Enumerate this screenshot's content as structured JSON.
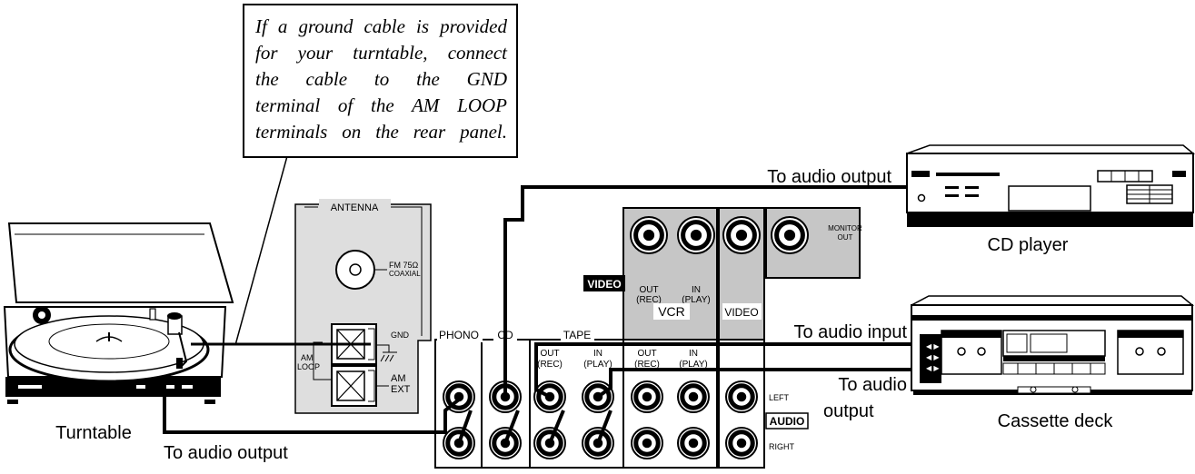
{
  "note": {
    "lines": [
      "If a ground cable is provided",
      "for your turntable, connect",
      "the cable to the GND",
      "terminal of the AM LOOP",
      "terminals on the rear panel."
    ]
  },
  "devices": {
    "turntable": "Turntable",
    "cd_player": "CD player",
    "cassette_deck": "Cassette deck"
  },
  "connections": {
    "cd_out": "To audio output",
    "tape_in": "To audio input",
    "tape_out_line1": "To audio",
    "tape_out_line2": "output",
    "turntable_out": "To audio output"
  },
  "antenna": {
    "header": "ANTENNA",
    "fm_line1": "FM  75Ω",
    "fm_line2": "COAXIAL",
    "gnd": "GND",
    "am_loop_line1": "AM",
    "am_loop_line2": "LOOP",
    "am_ext_line1": "AM",
    "am_ext_line2": "EXT"
  },
  "receiver": {
    "video_badge": "VIDEO",
    "vcr_out_line1": "OUT",
    "vcr_out_line2": "(REC)",
    "vcr_in_line1": "IN",
    "vcr_in_line2": "(PLAY)",
    "vcr": "VCR",
    "video": "VIDEO",
    "monitor_line1": "MONITOR",
    "monitor_line2": "OUT",
    "phono": "PHONO",
    "cd": "CD",
    "tape": "TAPE",
    "tape_out_line1": "OUT",
    "tape_out_line2": "(REC)",
    "tape_in_line1": "IN",
    "tape_in_line2": "(PLAY)",
    "vcr_audio_out_line1": "OUT",
    "vcr_audio_out_line2": "(REC)",
    "vcr_audio_in_line1": "IN",
    "vcr_audio_in_line2": "(PLAY)",
    "left": "LEFT",
    "right": "RIGHT",
    "audio_badge": "AUDIO"
  }
}
